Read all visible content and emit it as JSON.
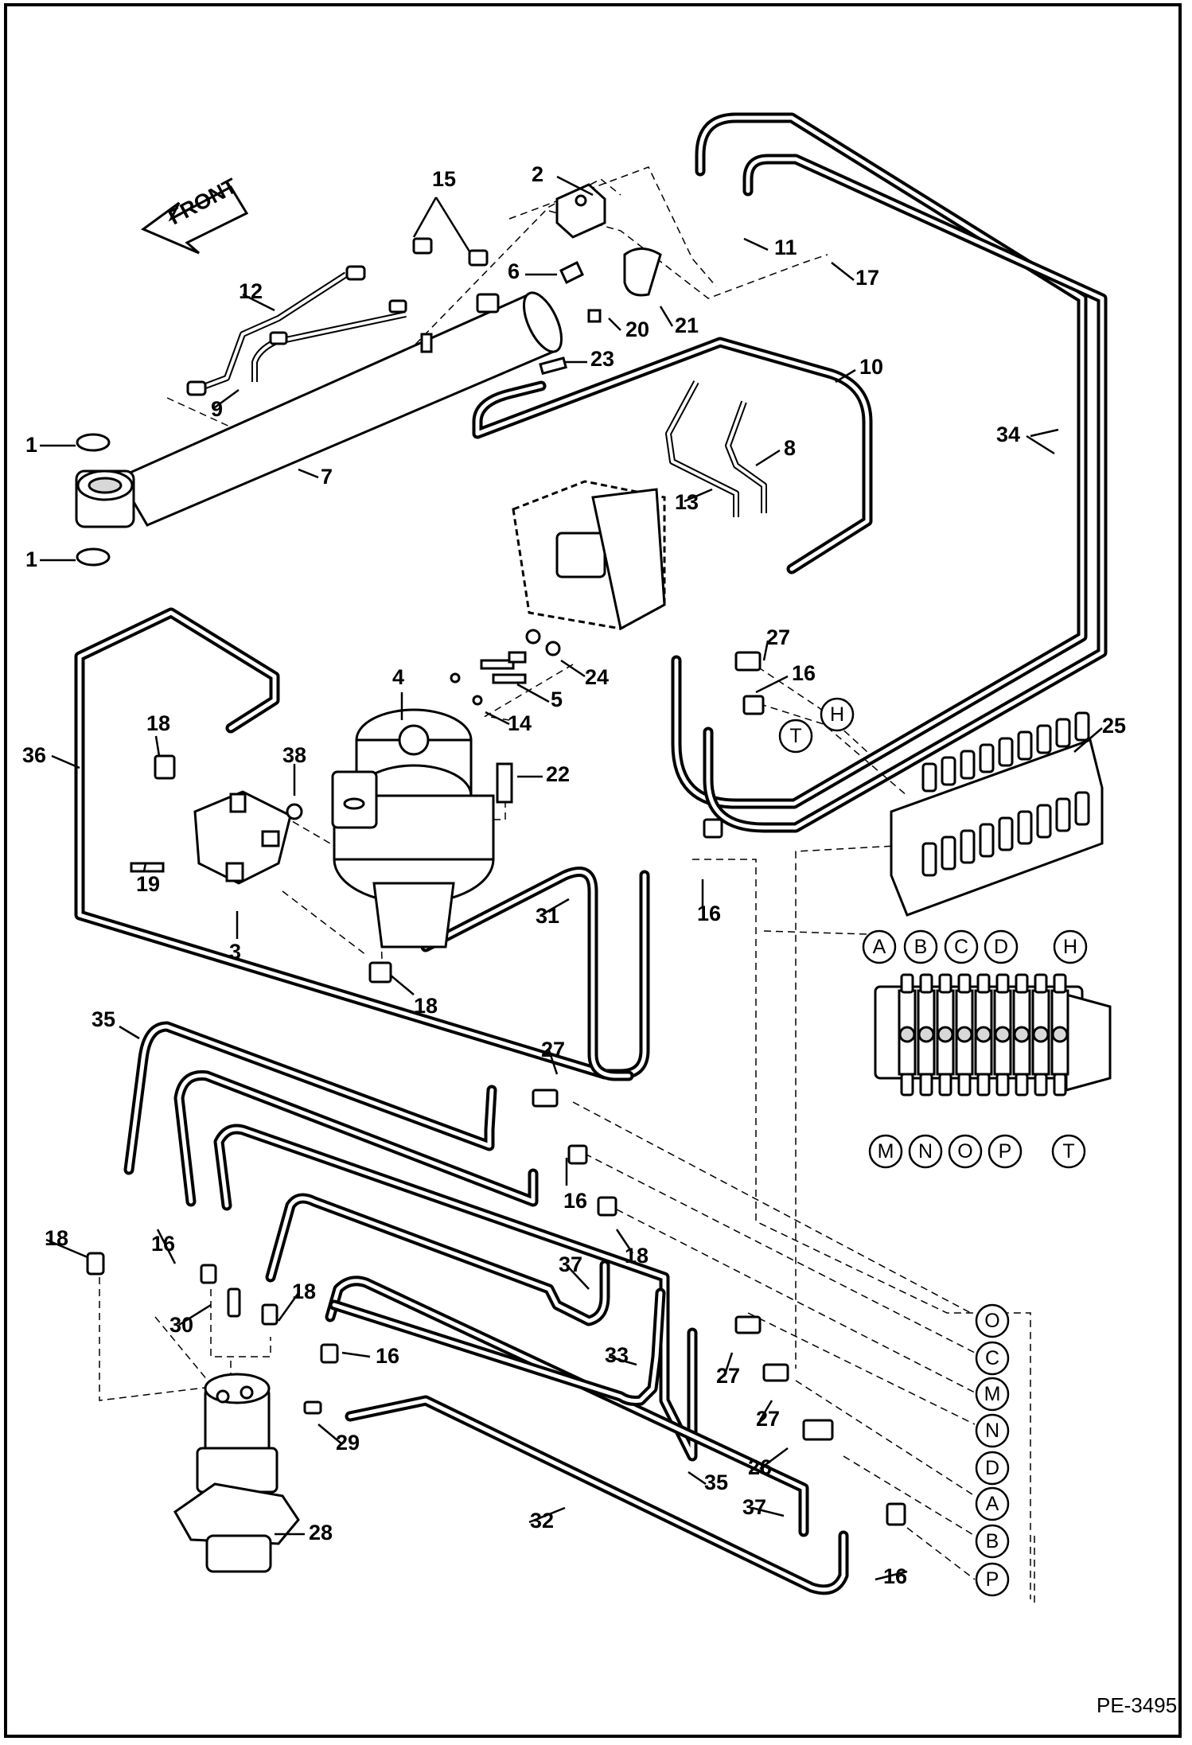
{
  "doc_id": "PE-3495",
  "direction_arrow": "FRONT",
  "part_labels": [
    {
      "key": "l1a",
      "text": "1"
    },
    {
      "key": "l1b",
      "text": "1"
    },
    {
      "key": "l2",
      "text": "2"
    },
    {
      "key": "l3",
      "text": "3"
    },
    {
      "key": "l4",
      "text": "4"
    },
    {
      "key": "l5",
      "text": "5"
    },
    {
      "key": "l6",
      "text": "6"
    },
    {
      "key": "l7",
      "text": "7"
    },
    {
      "key": "l8",
      "text": "8"
    },
    {
      "key": "l9",
      "text": "9"
    },
    {
      "key": "l10",
      "text": "10"
    },
    {
      "key": "l11",
      "text": "11"
    },
    {
      "key": "l12",
      "text": "12"
    },
    {
      "key": "l13",
      "text": "13"
    },
    {
      "key": "l14",
      "text": "14"
    },
    {
      "key": "l15",
      "text": "15"
    },
    {
      "key": "l16a",
      "text": "16"
    },
    {
      "key": "l16b",
      "text": "16"
    },
    {
      "key": "l16c",
      "text": "16"
    },
    {
      "key": "l16d",
      "text": "16"
    },
    {
      "key": "l16e",
      "text": "16"
    },
    {
      "key": "l16f",
      "text": "16"
    },
    {
      "key": "l17",
      "text": "17"
    },
    {
      "key": "l18a",
      "text": "18"
    },
    {
      "key": "l18b",
      "text": "18"
    },
    {
      "key": "l18c",
      "text": "18"
    },
    {
      "key": "l18d",
      "text": "18"
    },
    {
      "key": "l18e",
      "text": "18"
    },
    {
      "key": "l19",
      "text": "19"
    },
    {
      "key": "l20",
      "text": "20"
    },
    {
      "key": "l21",
      "text": "21"
    },
    {
      "key": "l22",
      "text": "22"
    },
    {
      "key": "l23",
      "text": "23"
    },
    {
      "key": "l24",
      "text": "24"
    },
    {
      "key": "l25",
      "text": "25"
    },
    {
      "key": "l26",
      "text": "26"
    },
    {
      "key": "l27a",
      "text": "27"
    },
    {
      "key": "l27b",
      "text": "27"
    },
    {
      "key": "l27c",
      "text": "27"
    },
    {
      "key": "l27d",
      "text": "27"
    },
    {
      "key": "l28",
      "text": "28"
    },
    {
      "key": "l29",
      "text": "29"
    },
    {
      "key": "l30",
      "text": "30"
    },
    {
      "key": "l31",
      "text": "31"
    },
    {
      "key": "l32",
      "text": "32"
    },
    {
      "key": "l33",
      "text": "33"
    },
    {
      "key": "l34",
      "text": "34"
    },
    {
      "key": "l35a",
      "text": "35"
    },
    {
      "key": "l35b",
      "text": "35"
    },
    {
      "key": "l36",
      "text": "36"
    },
    {
      "key": "l37a",
      "text": "37"
    },
    {
      "key": "l37b",
      "text": "37"
    },
    {
      "key": "l38",
      "text": "38"
    }
  ],
  "port_labels": [
    {
      "key": "pH1",
      "text": "H"
    },
    {
      "key": "pT1",
      "text": "T"
    },
    {
      "key": "vA",
      "text": "A"
    },
    {
      "key": "vB",
      "text": "B"
    },
    {
      "key": "vC",
      "text": "C"
    },
    {
      "key": "vD",
      "text": "D"
    },
    {
      "key": "vH",
      "text": "H"
    },
    {
      "key": "vM",
      "text": "M"
    },
    {
      "key": "vN",
      "text": "N"
    },
    {
      "key": "vO",
      "text": "O"
    },
    {
      "key": "vP",
      "text": "P"
    },
    {
      "key": "vT",
      "text": "T"
    },
    {
      "key": "sO",
      "text": "O"
    },
    {
      "key": "sC",
      "text": "C"
    },
    {
      "key": "sM",
      "text": "M"
    },
    {
      "key": "sN",
      "text": "N"
    },
    {
      "key": "sD",
      "text": "D"
    },
    {
      "key": "sA",
      "text": "A"
    },
    {
      "key": "sB",
      "text": "B"
    },
    {
      "key": "sP",
      "text": "P"
    }
  ]
}
